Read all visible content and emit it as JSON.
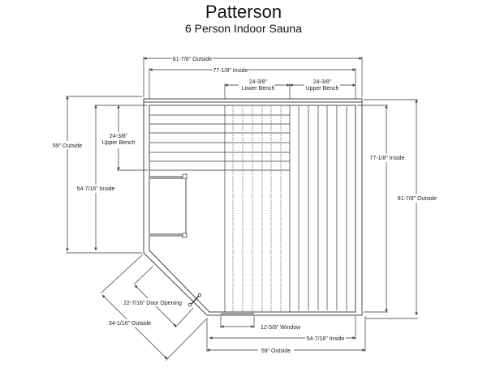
{
  "title": "Patterson",
  "subtitle": "6 Person Indoor Sauna",
  "dimensions": {
    "top_outside": "81-7/8\" Outside",
    "top_inside": "77-1/8\" Inside",
    "lower_bench_size": "24-3/8\"",
    "lower_bench_label": "Lower Bench",
    "upper_bench_top_size": "24-3/8\"",
    "upper_bench_top_label": "Upper Bench",
    "left_outside": "59\" Outside",
    "left_inside": "54-7/16\" Inside",
    "left_bench_size": "24-3/8\"",
    "left_bench_label": "Upper Bench",
    "right_inside": "77-1/8\" Inside",
    "right_outside": "81-7/8\" Outside",
    "door_opening": "22-7/16\" Door Opening",
    "diagonal_outside": "34-1/16\" Outside",
    "window": "12-5/8\" Window",
    "bottom_inside": "54-7/16\" Inside",
    "bottom_outside": "59\" Outside"
  }
}
